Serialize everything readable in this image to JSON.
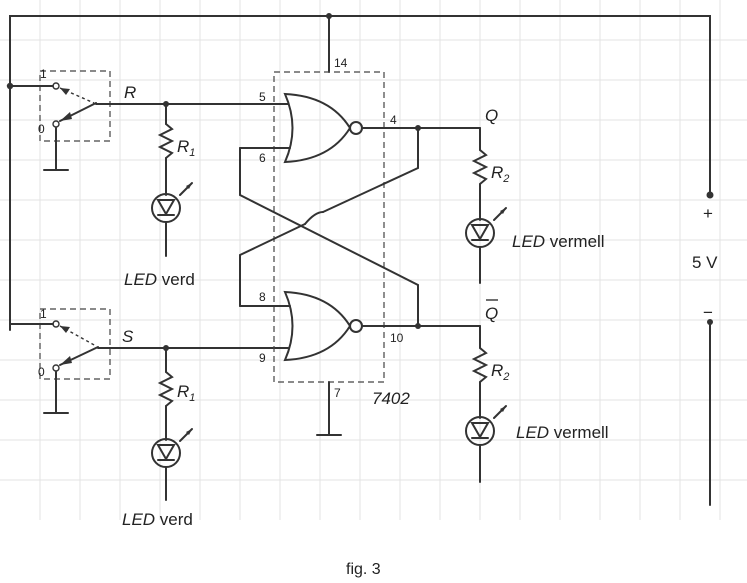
{
  "caption": "fig. 3",
  "ic": {
    "part": "7402",
    "vcc_pin": "14",
    "gnd_pin": "7"
  },
  "gate_top": {
    "in_a": "5",
    "in_b": "6",
    "out": "4"
  },
  "gate_bottom": {
    "in_a": "8",
    "in_b": "9",
    "out": "10"
  },
  "switch_r": {
    "name": "R",
    "pos_1": "1",
    "pos_0": "0"
  },
  "switch_s": {
    "name": "S",
    "pos_1": "1",
    "pos_0": "0"
  },
  "outputs": {
    "q": "Q",
    "qbar": "Q"
  },
  "resistors": {
    "r1_top": "R",
    "r1_top_sub": "1",
    "r1_bot": "R",
    "r1_bot_sub": "1",
    "r2_top": "R",
    "r2_top_sub": "2",
    "r2_bot": "R",
    "r2_bot_sub": "2"
  },
  "leds": {
    "led_r_a": "LED",
    "led_r_b": " verd",
    "led_s_a": "LED",
    "led_s_b": " verd",
    "led_q_a": "LED",
    "led_q_b": " vermell",
    "led_qb_a": "LED",
    "led_qb_b": " vermell"
  },
  "supply": {
    "plus": "+",
    "voltage": "5 V",
    "minus": "−"
  }
}
